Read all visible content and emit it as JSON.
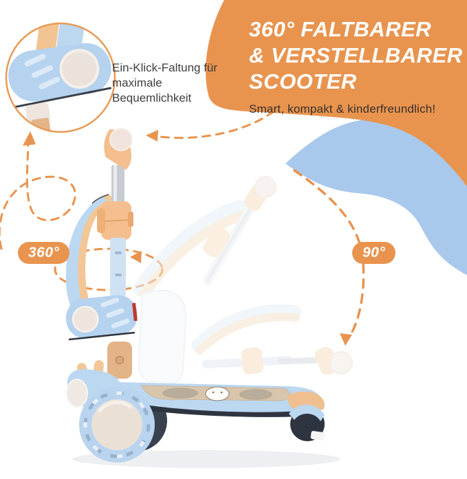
{
  "header": {
    "title_line1": "360° FALTBARER",
    "title_line2": "& VERSTELLBARER",
    "title_line3": "SCOOTER",
    "subtitle": "Smart, kompakt & kinderfreundlich!"
  },
  "callout": {
    "text": "Ein-Klick-Faltung für maximale Bequemlichkeit"
  },
  "badges": {
    "rotation": "360°",
    "fold": "90°"
  },
  "colors": {
    "orange": "#E8944F",
    "blueblob": "#A9C9EC",
    "scooterblue": "#BCD7F0",
    "clampblue": "#B5D2EE",
    "polelight": "#CFE2F4",
    "cream": "#EDE3D9",
    "tan": "#E2B488",
    "peach": "#F4BE8E",
    "peachlight": "#F2C795",
    "padbeige": "#D8C5AC",
    "dark": "#2E3540",
    "silver": "#C7CCD2",
    "ghostblue": "#E7EFF7",
    "ghostcream": "#F5E2CC"
  }
}
